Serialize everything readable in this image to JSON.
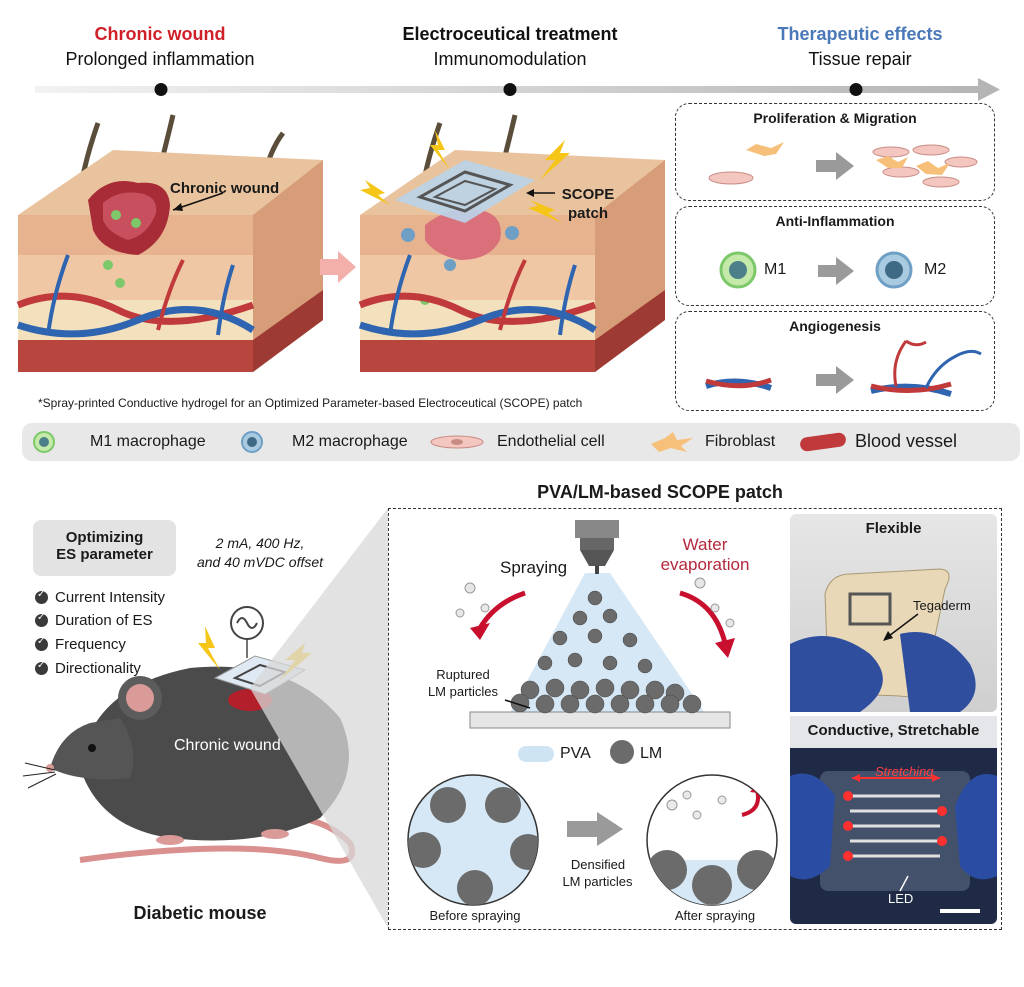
{
  "timeline": {
    "stage1_title": "Chronic wound",
    "stage1_sub": "Prolonged inflammation",
    "stage2_title": "Electroceutical treatment",
    "stage2_sub": "Immunomodulation",
    "stage3_title": "Therapeutic effects",
    "stage3_sub": "Tissue repair"
  },
  "skin_left": {
    "label": "Chronic wound"
  },
  "skin_right": {
    "label_line1": "SCOPE",
    "label_line2": "patch"
  },
  "effects": {
    "prolif_title": "Proliferation & Migration",
    "antiinf_title": "Anti-Inflammation",
    "m1": "M1",
    "m2": "M2",
    "angio_title": "Angiogenesis"
  },
  "footnote": "*Spray-printed Conductive hydrogel for an Optimized Parameter-based Electroceutical (SCOPE) patch",
  "legend": {
    "m1": "M1 macrophage",
    "m2": "M2 macrophage",
    "endo": "Endothelial cell",
    "fibro": "Fibroblast",
    "vessel": "Blood vessel"
  },
  "es": {
    "title_line1": "Optimizing",
    "title_line2": "ES parameter",
    "params_line1": "2 mA, 400 Hz,",
    "params_line2": "and 40 mVDC offset",
    "bullets": [
      "Current Intensity",
      "Duration of ES",
      "Frequency",
      "Directionality"
    ]
  },
  "mouse": {
    "wound_label": "Chronic wound",
    "caption": "Diabetic mouse"
  },
  "patch": {
    "title": "PVA/LM-based SCOPE patch",
    "spraying": "Spraying",
    "evap_line1": "Water",
    "evap_line2": "evaporation",
    "ruptured_line1": "Ruptured",
    "ruptured_line2": "LM particles",
    "pva": "PVA",
    "lm": "LM",
    "densified_line1": "Densified",
    "densified_line2": "LM particles",
    "before": "Before spraying",
    "after": "After spraying"
  },
  "photos": {
    "flexible": "Flexible",
    "tegaderm": "Tegaderm",
    "conductive": "Conductive, Stretchable",
    "stretching": "Stretching",
    "led": "LED"
  },
  "colors": {
    "red_accent": "#d0202a",
    "blue_accent": "#4a78b8",
    "m1_green": "#7cc86a",
    "m2_blue": "#6f9fc4",
    "vessel_red": "#c0393b",
    "vessel_blue": "#2f64b0"
  }
}
